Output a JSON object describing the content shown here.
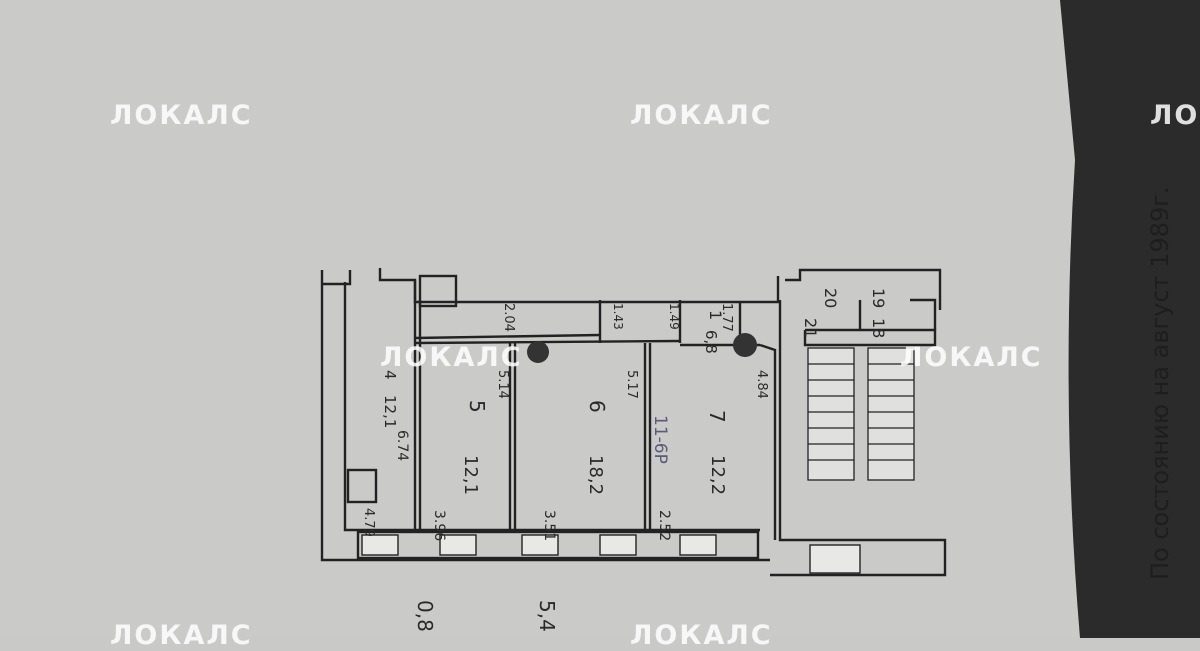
{
  "watermark": "ЛОКАЛС",
  "side_caption": "По состоянию на август 1989г.",
  "rooms": {
    "r1": {
      "num": "1",
      "area": "6,8"
    },
    "r4": {
      "num": "4",
      "area": "12,1"
    },
    "r5": {
      "num": "5",
      "area": "12,1"
    },
    "r6": {
      "num": "6",
      "area": "18,2"
    },
    "r7": {
      "num": "7",
      "area": "12,2"
    },
    "r18": {
      "num": "18"
    },
    "r19": {
      "num": "19"
    },
    "r20": {
      "num": "20"
    },
    "r21": {
      "num": "21"
    }
  },
  "dims": {
    "d_674": "6.74",
    "d_514": "5.14",
    "d_517": "5.17",
    "d_484": "4.84",
    "d_479": "4.79",
    "d_396": "3.96",
    "d_351": "3.51",
    "d_252": "2.52",
    "d_204": "2.04",
    "d_143": "1.43",
    "d_149": "1.49",
    "d_177": "1.77",
    "d_bottom_a": "0,8",
    "d_bottom_b": "5,4"
  },
  "annotation": "11-6Р"
}
